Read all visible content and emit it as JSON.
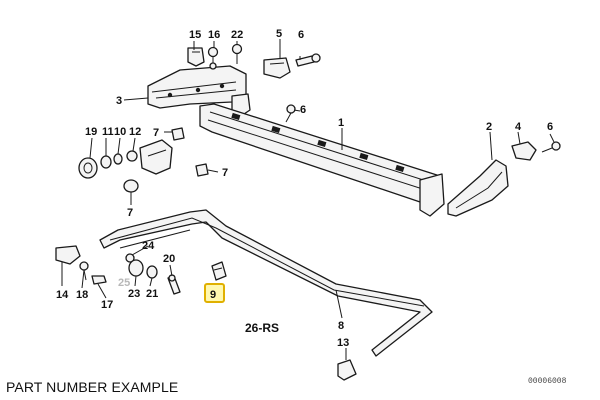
{
  "caption": "PART NUMBER EXAMPLE",
  "drawing_id": "00006008",
  "assembly_label": "26-RS",
  "highlight_color": "#e0b000",
  "callouts": {
    "c1": "1",
    "c2": "2",
    "c3": "3",
    "c4": "4",
    "c5": "5",
    "c6a": "6",
    "c6b": "6",
    "c6c": "6",
    "c7a": "7",
    "c7b": "7",
    "c7c": "7",
    "c8": "8",
    "c9": "9",
    "c10": "10",
    "c11": "11",
    "c12": "12",
    "c13": "13",
    "c14": "14",
    "c15": "15",
    "c16": "16",
    "c17": "17",
    "c18": "18",
    "c19": "19",
    "c20": "20",
    "c21": "21",
    "c22": "22",
    "c23": "23",
    "c24": "24",
    "c25": "25"
  }
}
